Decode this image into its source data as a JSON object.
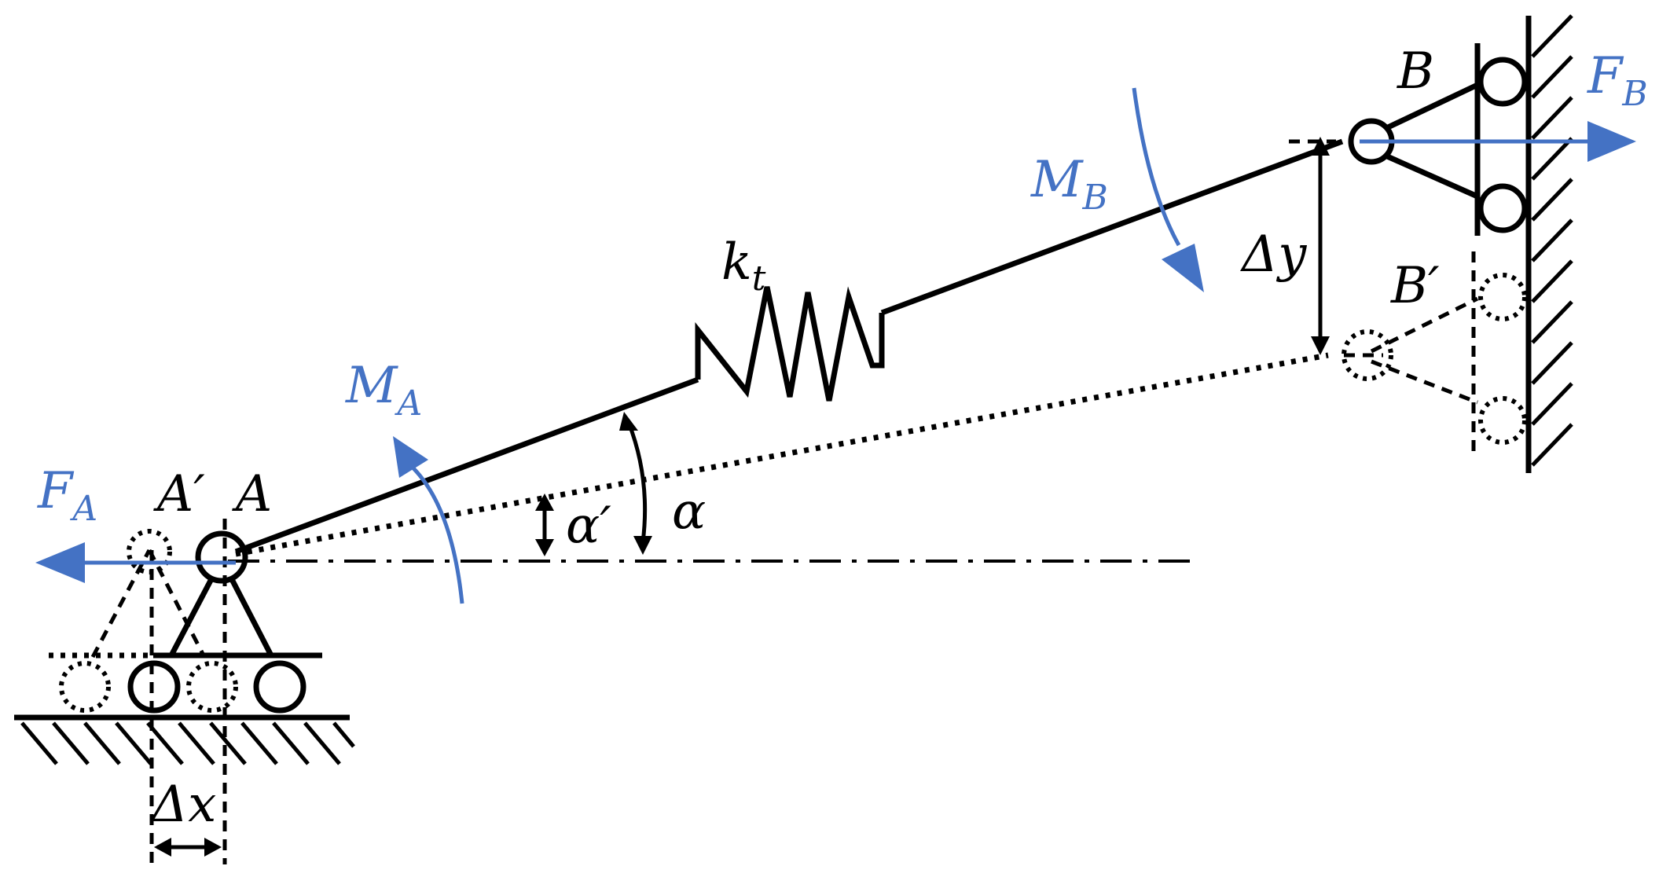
{
  "labels": {
    "FA": {
      "main": "F",
      "sub": "A"
    },
    "FB": {
      "main": "F",
      "sub": "B"
    },
    "MA": {
      "main": "M",
      "sub": "A"
    },
    "MB": {
      "main": "M",
      "sub": "B"
    },
    "kt": {
      "main": "k",
      "sub": "t"
    },
    "A": "A",
    "A_prime": "A′",
    "B": "B",
    "B_prime": "B′",
    "alpha": "α",
    "alpha_prime": "α′",
    "delta_x": "Δx",
    "delta_y": "Δy"
  },
  "colors": {
    "force_moment": "#4472C4",
    "structure": "#000000"
  }
}
